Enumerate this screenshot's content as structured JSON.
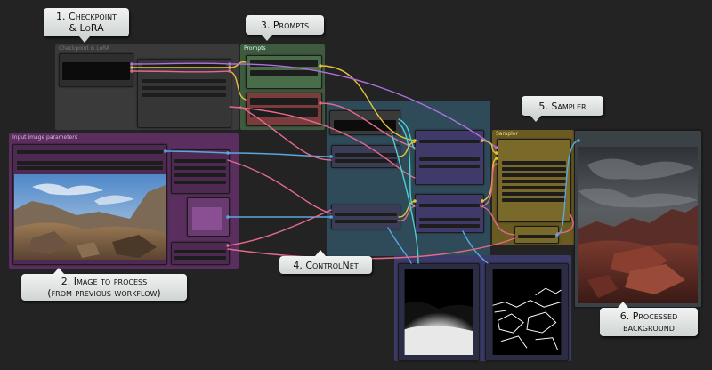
{
  "groups": {
    "checkpoint": "Checkpoint & LoRA",
    "prompts": "Prompts",
    "image": "Input image parameters",
    "sampler": "Sampler"
  },
  "callouts": {
    "c1": [
      "1. Checkpoint",
      "& LoRA"
    ],
    "c2": [
      "2. Image to process",
      "(from previous workflow)"
    ],
    "c3": [
      "3. Prompts"
    ],
    "c4": [
      "4. ControlNet"
    ],
    "c5": [
      "5. Sampler"
    ],
    "c6": [
      "6. Processed",
      "background"
    ]
  },
  "colors": {
    "background": "#232323",
    "checkpoint_group": "#3b3b3b",
    "prompts_group": "#3e5a3e",
    "image_group": "#5c2f60",
    "controlnet_group": "#2e4a5a",
    "sampler_group": "#6a5a22",
    "preview_group": "#3a3a6a",
    "wire_yellow": "#e8c23a",
    "wire_pink": "#e36a8a",
    "wire_blue": "#5aa6e0",
    "wire_cyan": "#4ad0d0",
    "wire_purple": "#b070e0"
  }
}
